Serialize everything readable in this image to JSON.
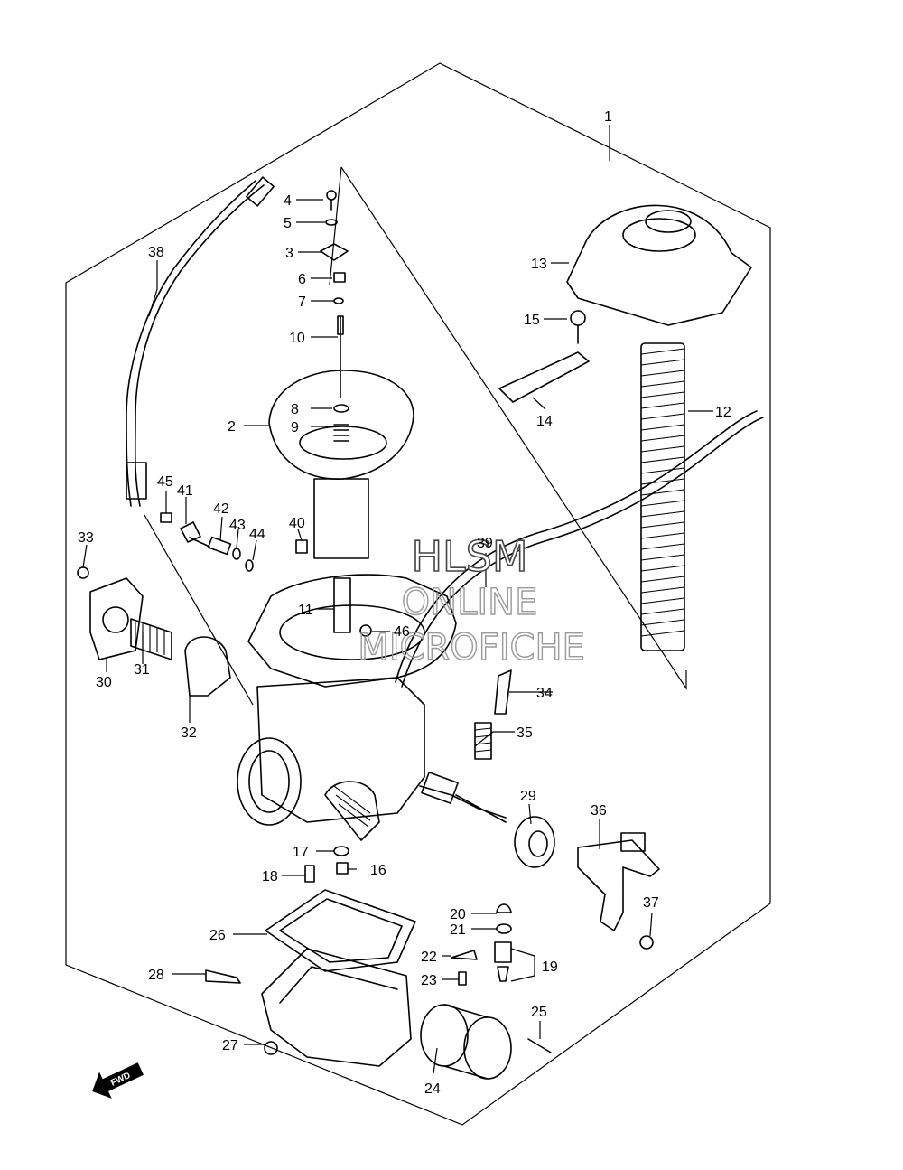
{
  "diagram": {
    "callouts": [
      {
        "id": "1",
        "label": "1"
      },
      {
        "id": "2",
        "label": "2"
      },
      {
        "id": "3",
        "label": "3"
      },
      {
        "id": "4",
        "label": "4"
      },
      {
        "id": "5",
        "label": "5"
      },
      {
        "id": "6",
        "label": "6"
      },
      {
        "id": "7",
        "label": "7"
      },
      {
        "id": "8",
        "label": "8"
      },
      {
        "id": "9",
        "label": "9"
      },
      {
        "id": "10",
        "label": "10"
      },
      {
        "id": "11",
        "label": "11"
      },
      {
        "id": "12",
        "label": "12"
      },
      {
        "id": "13",
        "label": "13"
      },
      {
        "id": "14",
        "label": "14"
      },
      {
        "id": "15",
        "label": "15"
      },
      {
        "id": "16",
        "label": "16"
      },
      {
        "id": "17",
        "label": "17"
      },
      {
        "id": "18",
        "label": "18"
      },
      {
        "id": "19",
        "label": "19"
      },
      {
        "id": "20",
        "label": "20"
      },
      {
        "id": "21",
        "label": "21"
      },
      {
        "id": "22",
        "label": "22"
      },
      {
        "id": "23",
        "label": "23"
      },
      {
        "id": "24",
        "label": "24"
      },
      {
        "id": "25",
        "label": "25"
      },
      {
        "id": "26",
        "label": "26"
      },
      {
        "id": "27",
        "label": "27"
      },
      {
        "id": "28",
        "label": "28"
      },
      {
        "id": "29",
        "label": "29"
      },
      {
        "id": "30",
        "label": "30"
      },
      {
        "id": "31",
        "label": "31"
      },
      {
        "id": "32",
        "label": "32"
      },
      {
        "id": "33",
        "label": "33"
      },
      {
        "id": "34",
        "label": "34"
      },
      {
        "id": "35",
        "label": "35"
      },
      {
        "id": "36",
        "label": "36"
      },
      {
        "id": "37",
        "label": "37"
      },
      {
        "id": "38",
        "label": "38"
      },
      {
        "id": "39",
        "label": "39"
      },
      {
        "id": "40",
        "label": "40"
      },
      {
        "id": "41",
        "label": "41"
      },
      {
        "id": "42",
        "label": "42"
      },
      {
        "id": "43",
        "label": "43"
      },
      {
        "id": "44",
        "label": "44"
      },
      {
        "id": "45",
        "label": "45"
      },
      {
        "id": "46",
        "label": "46"
      }
    ],
    "watermark": {
      "line1": "HLSM",
      "line2": "ONLINE",
      "line3": "MICROFICHE"
    },
    "direction_marker": {
      "label": "FWD",
      "icon": "fwd-arrow-icon"
    }
  }
}
